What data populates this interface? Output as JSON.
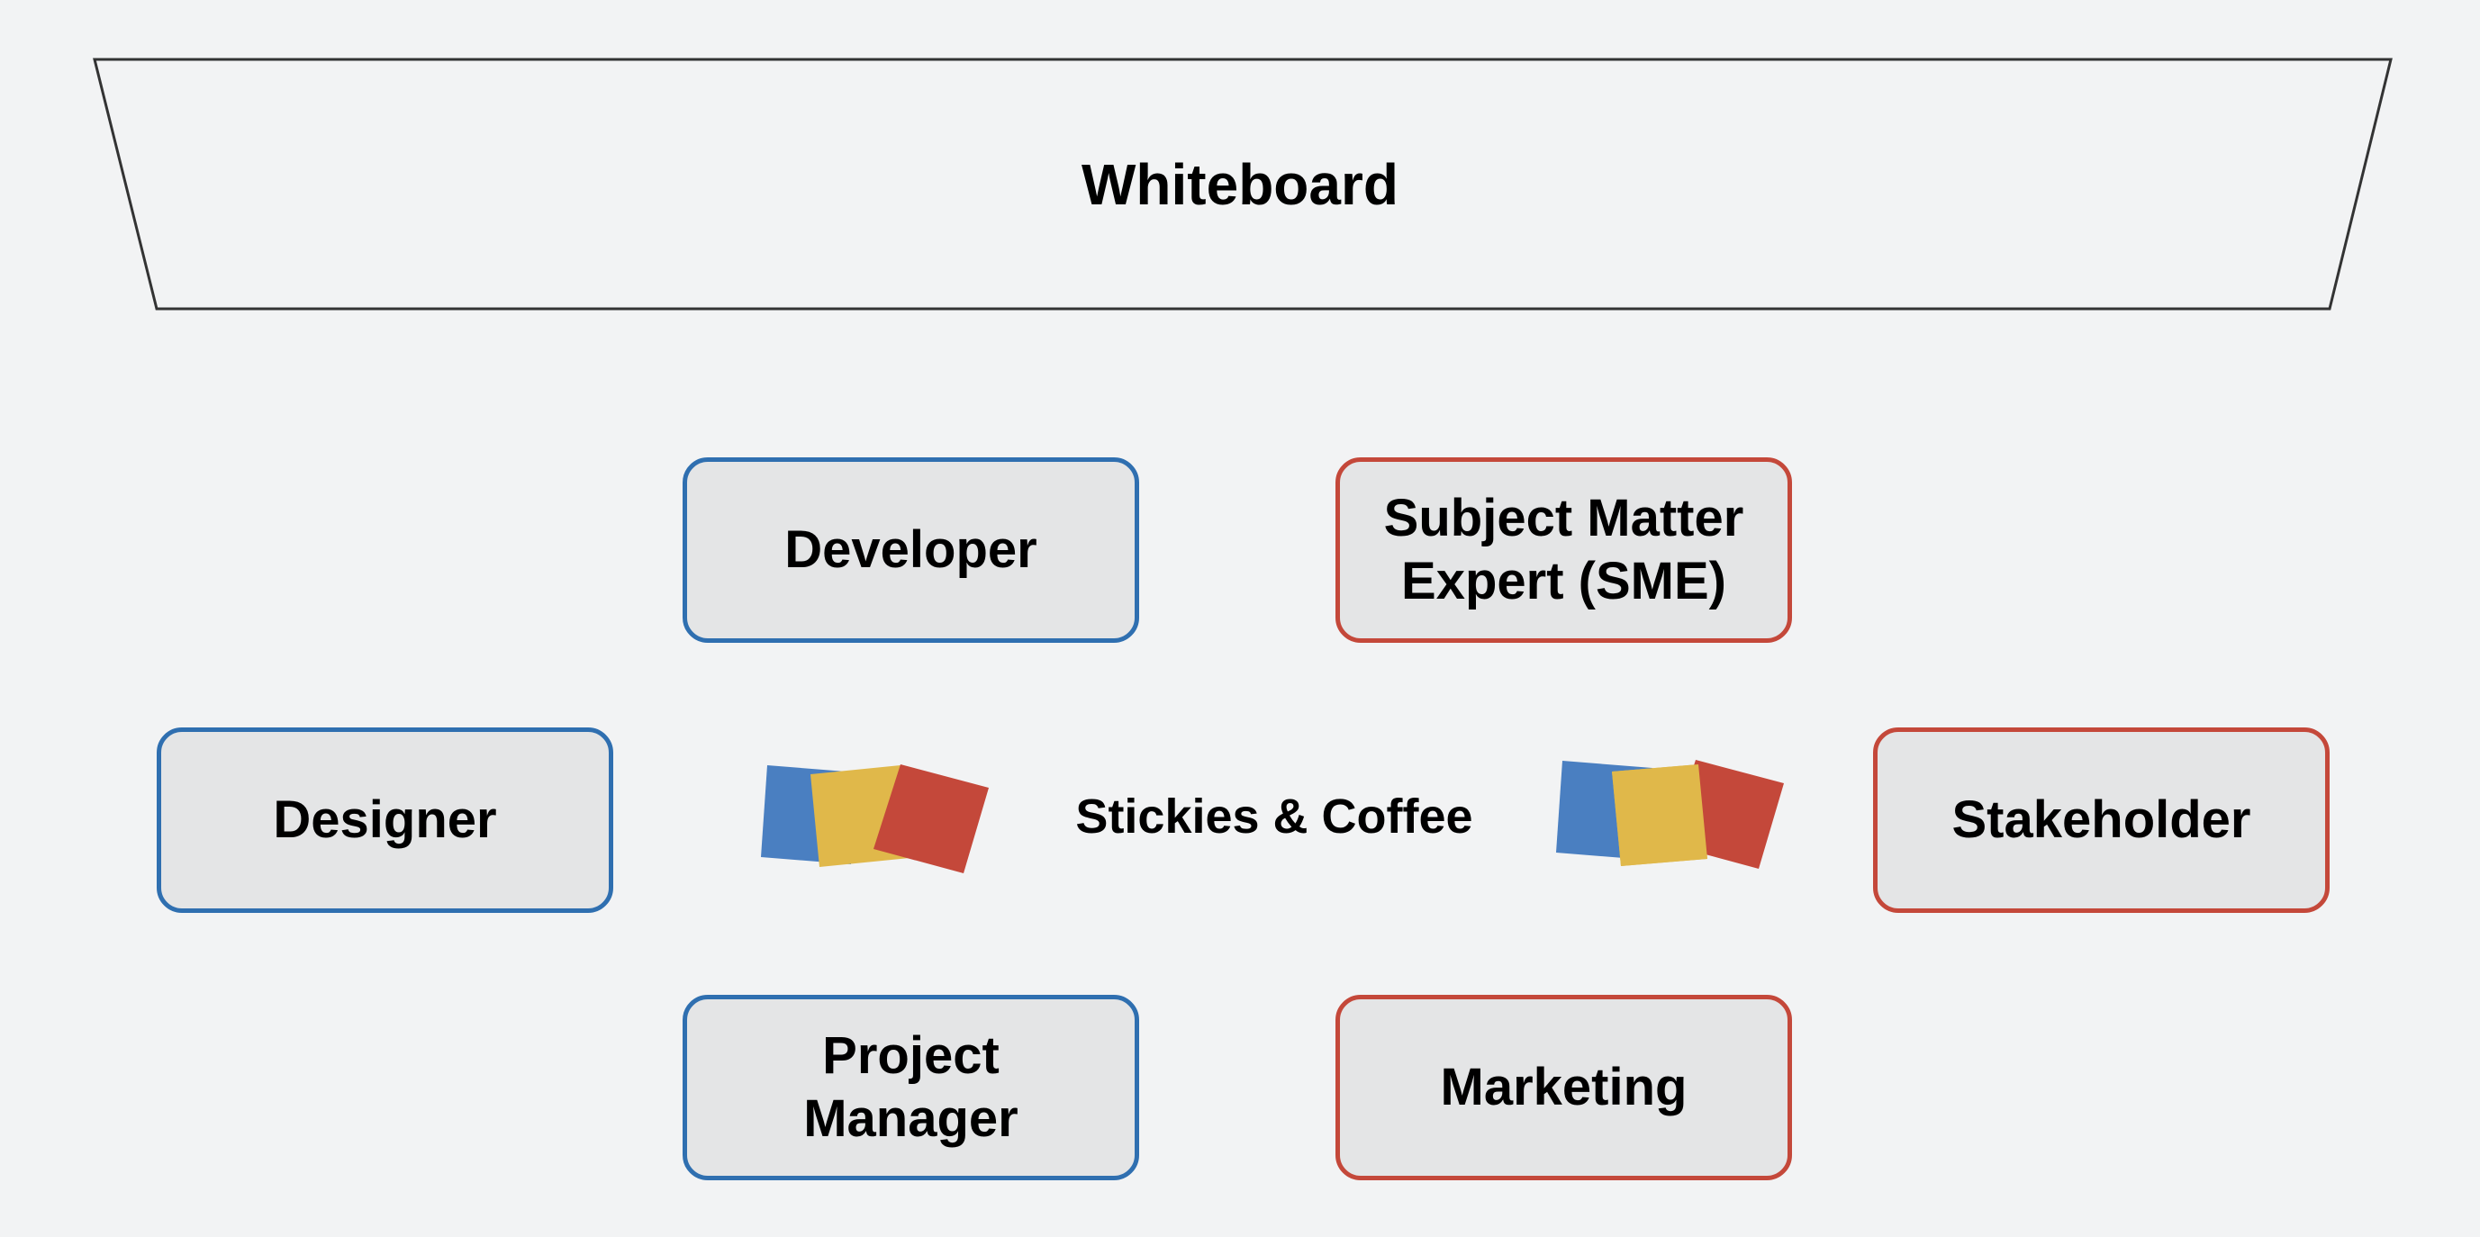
{
  "whiteboard": {
    "title": "Whiteboard"
  },
  "center": {
    "label": "Stickies & Coffee"
  },
  "roles": {
    "developer": "Developer",
    "sme": "Subject Matter\nExpert (SME)",
    "designer": "Designer",
    "stakeholder": "Stakeholder",
    "project_manager": "Project\nManager",
    "marketing": "Marketing"
  },
  "colors": {
    "background": "#f2f3f4",
    "box_fill": "#e4e5e6",
    "blue_border": "#2f6fb0",
    "red_border": "#c4483a",
    "sticky_blue": "#4a7fc1",
    "sticky_yellow": "#e0b84a",
    "sticky_red": "#c4483a"
  }
}
